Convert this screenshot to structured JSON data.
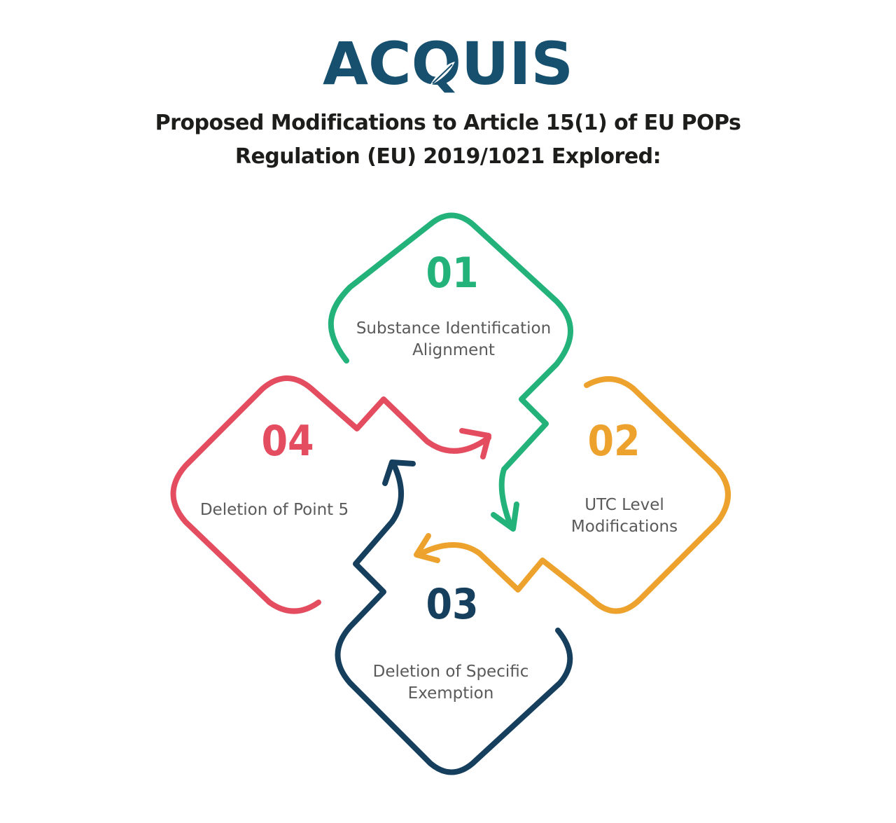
{
  "logo": {
    "text": "ACQUIS",
    "color": "#17506e"
  },
  "title": {
    "line1": "Proposed Modifications to Article 15(1) of EU POPs",
    "line2": "Regulation (EU) 2019/1021 Explored:"
  },
  "steps": [
    {
      "number": "01",
      "label_line1": "Substance Identification",
      "label_line2": "Alignment",
      "color": "#22b27a"
    },
    {
      "number": "02",
      "label_line1": "UTC Level",
      "label_line2": "Modifications",
      "color": "#eea22e"
    },
    {
      "number": "03",
      "label_line1": "Deletion of Specific",
      "label_line2": "Exemption",
      "color": "#163f5e"
    },
    {
      "number": "04",
      "label_line1": "Deletion of Point 5",
      "label_line2": "",
      "color": "#e44d5f"
    }
  ]
}
